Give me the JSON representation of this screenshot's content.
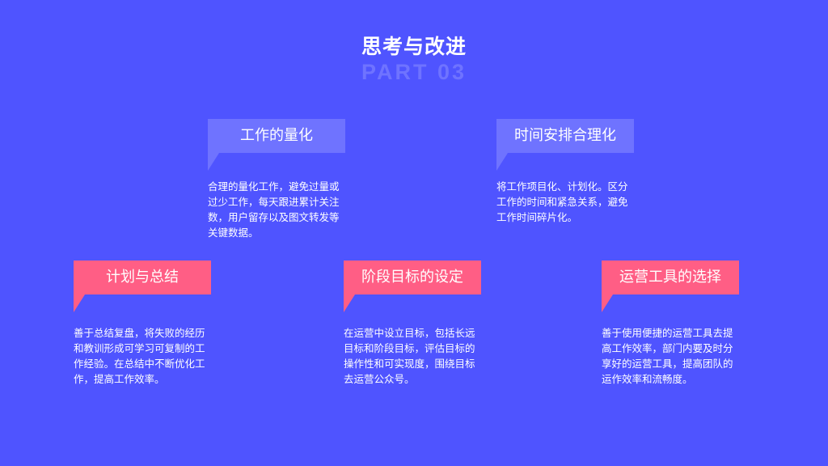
{
  "slide": {
    "title": "思考与改进",
    "subtitle": "PART 03"
  },
  "cards": [
    {
      "label": "工作的量化",
      "text": "合理的量化工作，避免过量或过少工作，每天跟进累计关注数，用户留存以及图文转发等关键数据。"
    },
    {
      "label": "时间安排合理化",
      "text": "将工作项目化、计划化。区分工作的时间和紧急关系，避免工作时间碎片化。"
    },
    {
      "label": "计划与总结",
      "text": "善于总结复盘，将失败的经历和教训形成可学习可复制的工作经验。在总结中不断优化工作，提高工作效率。"
    },
    {
      "label": "阶段目标的设定",
      "text": "在运营中设立目标，包括长远目标和阶段目标，评估目标的操作性和可实现度，围绕目标去运营公众号。"
    },
    {
      "label": "运营工具的选择",
      "text": "善于使用便捷的运营工具去提高工作效率，部门内要及时分享好的运营工具，提高团队的运作效率和流畅度。"
    }
  ],
  "colors": {
    "background": "#4f54ff",
    "tag_blue": "#6f73ff",
    "tag_pink": "#ff5e85",
    "subtitle": "#6f73ff"
  }
}
